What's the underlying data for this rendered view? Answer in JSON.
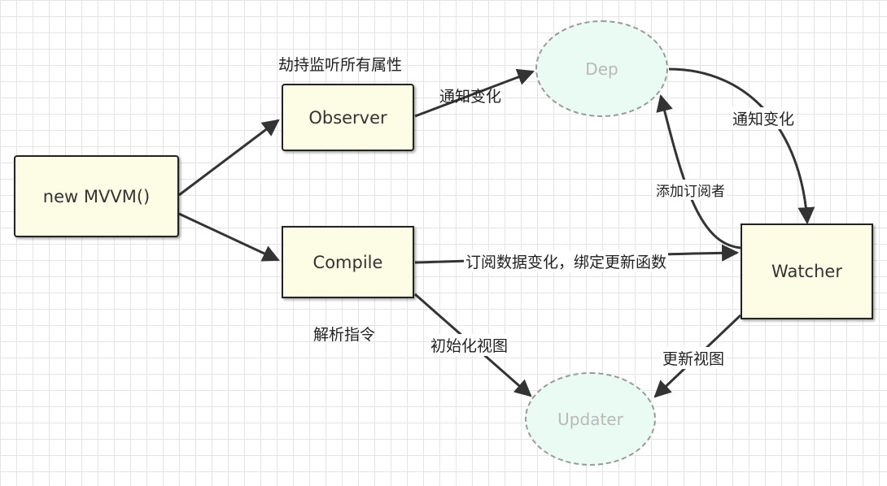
{
  "nodes": {
    "mvvm": "new MVVM()",
    "observer": "Observer",
    "compile": "Compile",
    "dep": "Dep",
    "watcher": "Watcher",
    "updater": "Updater"
  },
  "edge_labels": {
    "observer_desc": "劫持监听所有属性",
    "observer_to_dep": "通知变化",
    "dep_to_watcher": "通知变化",
    "watcher_to_dep": "添加订阅者",
    "compile_to_watcher": "订阅数据变化，绑定更新函数",
    "compile_desc": "解析指令",
    "compile_to_updater": "初始化视图",
    "watcher_to_updater": "更新视图"
  }
}
